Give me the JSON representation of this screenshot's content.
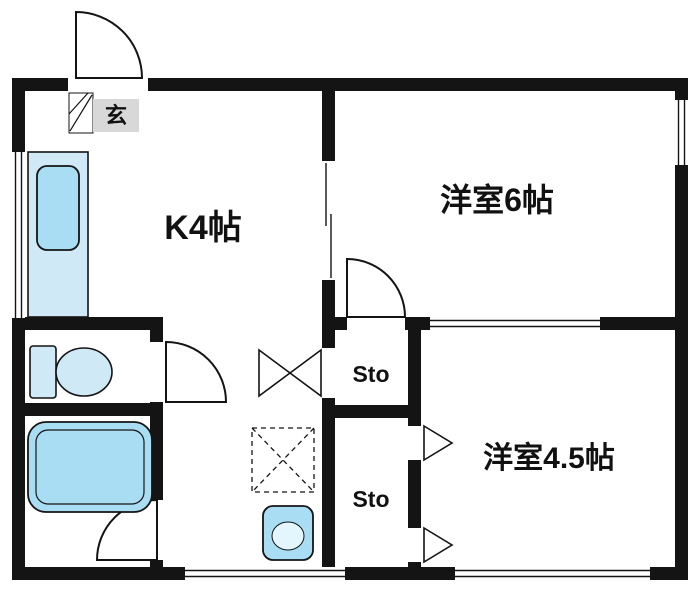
{
  "floorplan": {
    "rooms": {
      "entrance": {
        "label": "玄"
      },
      "kitchen": {
        "label": "K4帖"
      },
      "western_room_6": {
        "label": "洋室6帖"
      },
      "western_room_45": {
        "label": "洋室4.5帖"
      },
      "storage_upper": {
        "label": "Sto"
      },
      "storage_lower": {
        "label": "Sto"
      }
    },
    "colors": {
      "wall": "#141414",
      "background": "#ffffff",
      "fixture": "#cfe9f7",
      "fixture_dark": "#a9ddf3",
      "basin_inner": "#e4f6fd",
      "entrance_bg": "#d8d8d8"
    }
  }
}
